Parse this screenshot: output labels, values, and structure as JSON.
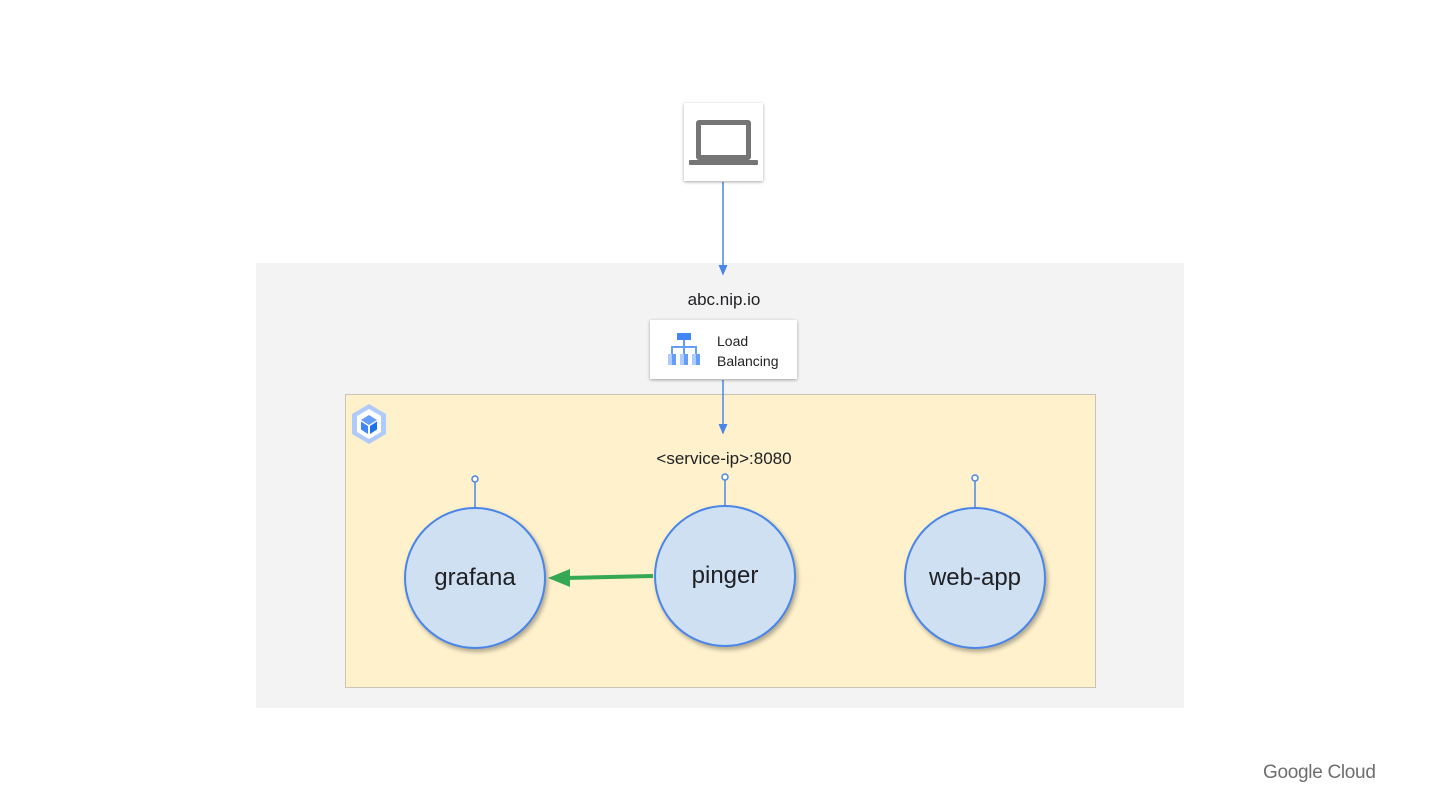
{
  "diagram": {
    "client": {
      "icon": "laptop-icon"
    },
    "domain": "abc.nip.io",
    "load_balancer": {
      "label_line1": "Load",
      "label_line2": "Balancing",
      "icon": "load-balancing-icon"
    },
    "cluster": {
      "icon": "kubernetes-engine-icon"
    },
    "service_endpoint": "<service-ip>:8080",
    "pods": [
      {
        "label": "grafana"
      },
      {
        "label": "pinger"
      },
      {
        "label": "web-app"
      }
    ],
    "edges": [
      {
        "from": "client",
        "to": "load_balancer",
        "color": "#4a86e8"
      },
      {
        "from": "load_balancer",
        "to": "service_endpoint",
        "color": "#4a86e8"
      },
      {
        "from": "pinger",
        "to": "grafana",
        "color": "#34a853"
      }
    ]
  },
  "colors": {
    "pod_fill": "#cfe0f3",
    "pod_border": "#4a86e8",
    "cluster_fill": "#fef1cc",
    "cloud_fill": "#f3f3f3",
    "arrow_green": "#34a853"
  },
  "footer": {
    "brand": "Google Cloud"
  }
}
